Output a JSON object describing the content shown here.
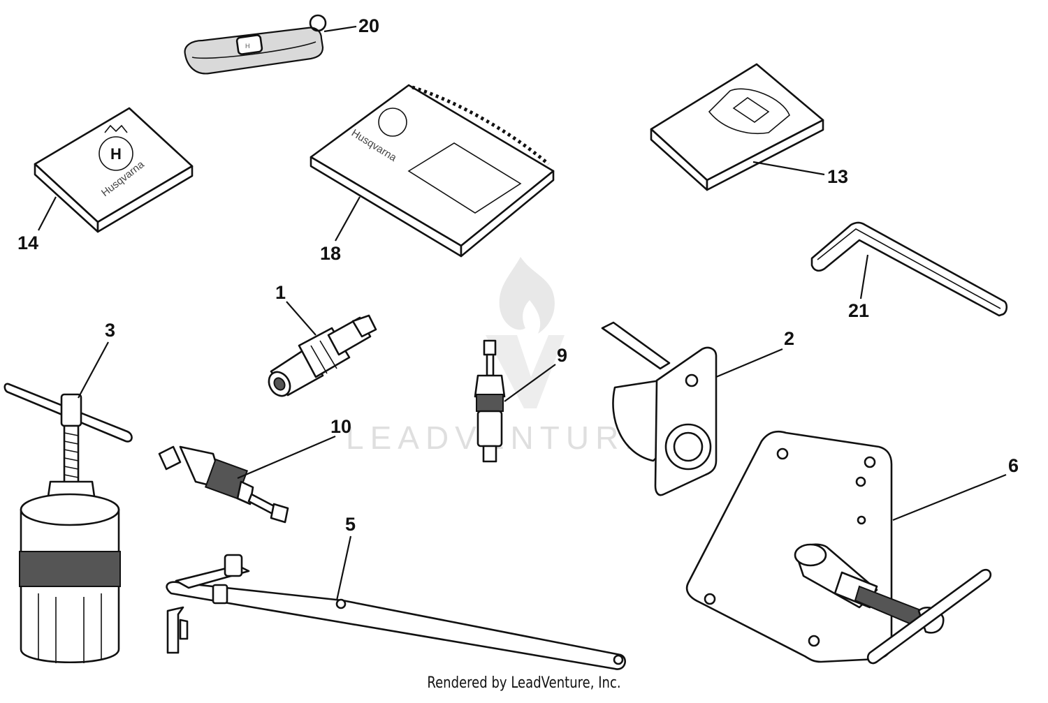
{
  "callouts": {
    "c1": "1",
    "c2": "2",
    "c3": "3",
    "c5": "5",
    "c6": "6",
    "c9": "9",
    "c10": "10",
    "c13": "13",
    "c14": "14",
    "c18": "18",
    "c20": "20",
    "c21": "21"
  },
  "brand_text": "Husqvarna",
  "watermark_text": "LEADVENTURE",
  "footer_text": "Rendered by LeadVenture, Inc.",
  "colors": {
    "line": "#111111",
    "watermark": "#dcdcdc",
    "background": "#ffffff"
  }
}
